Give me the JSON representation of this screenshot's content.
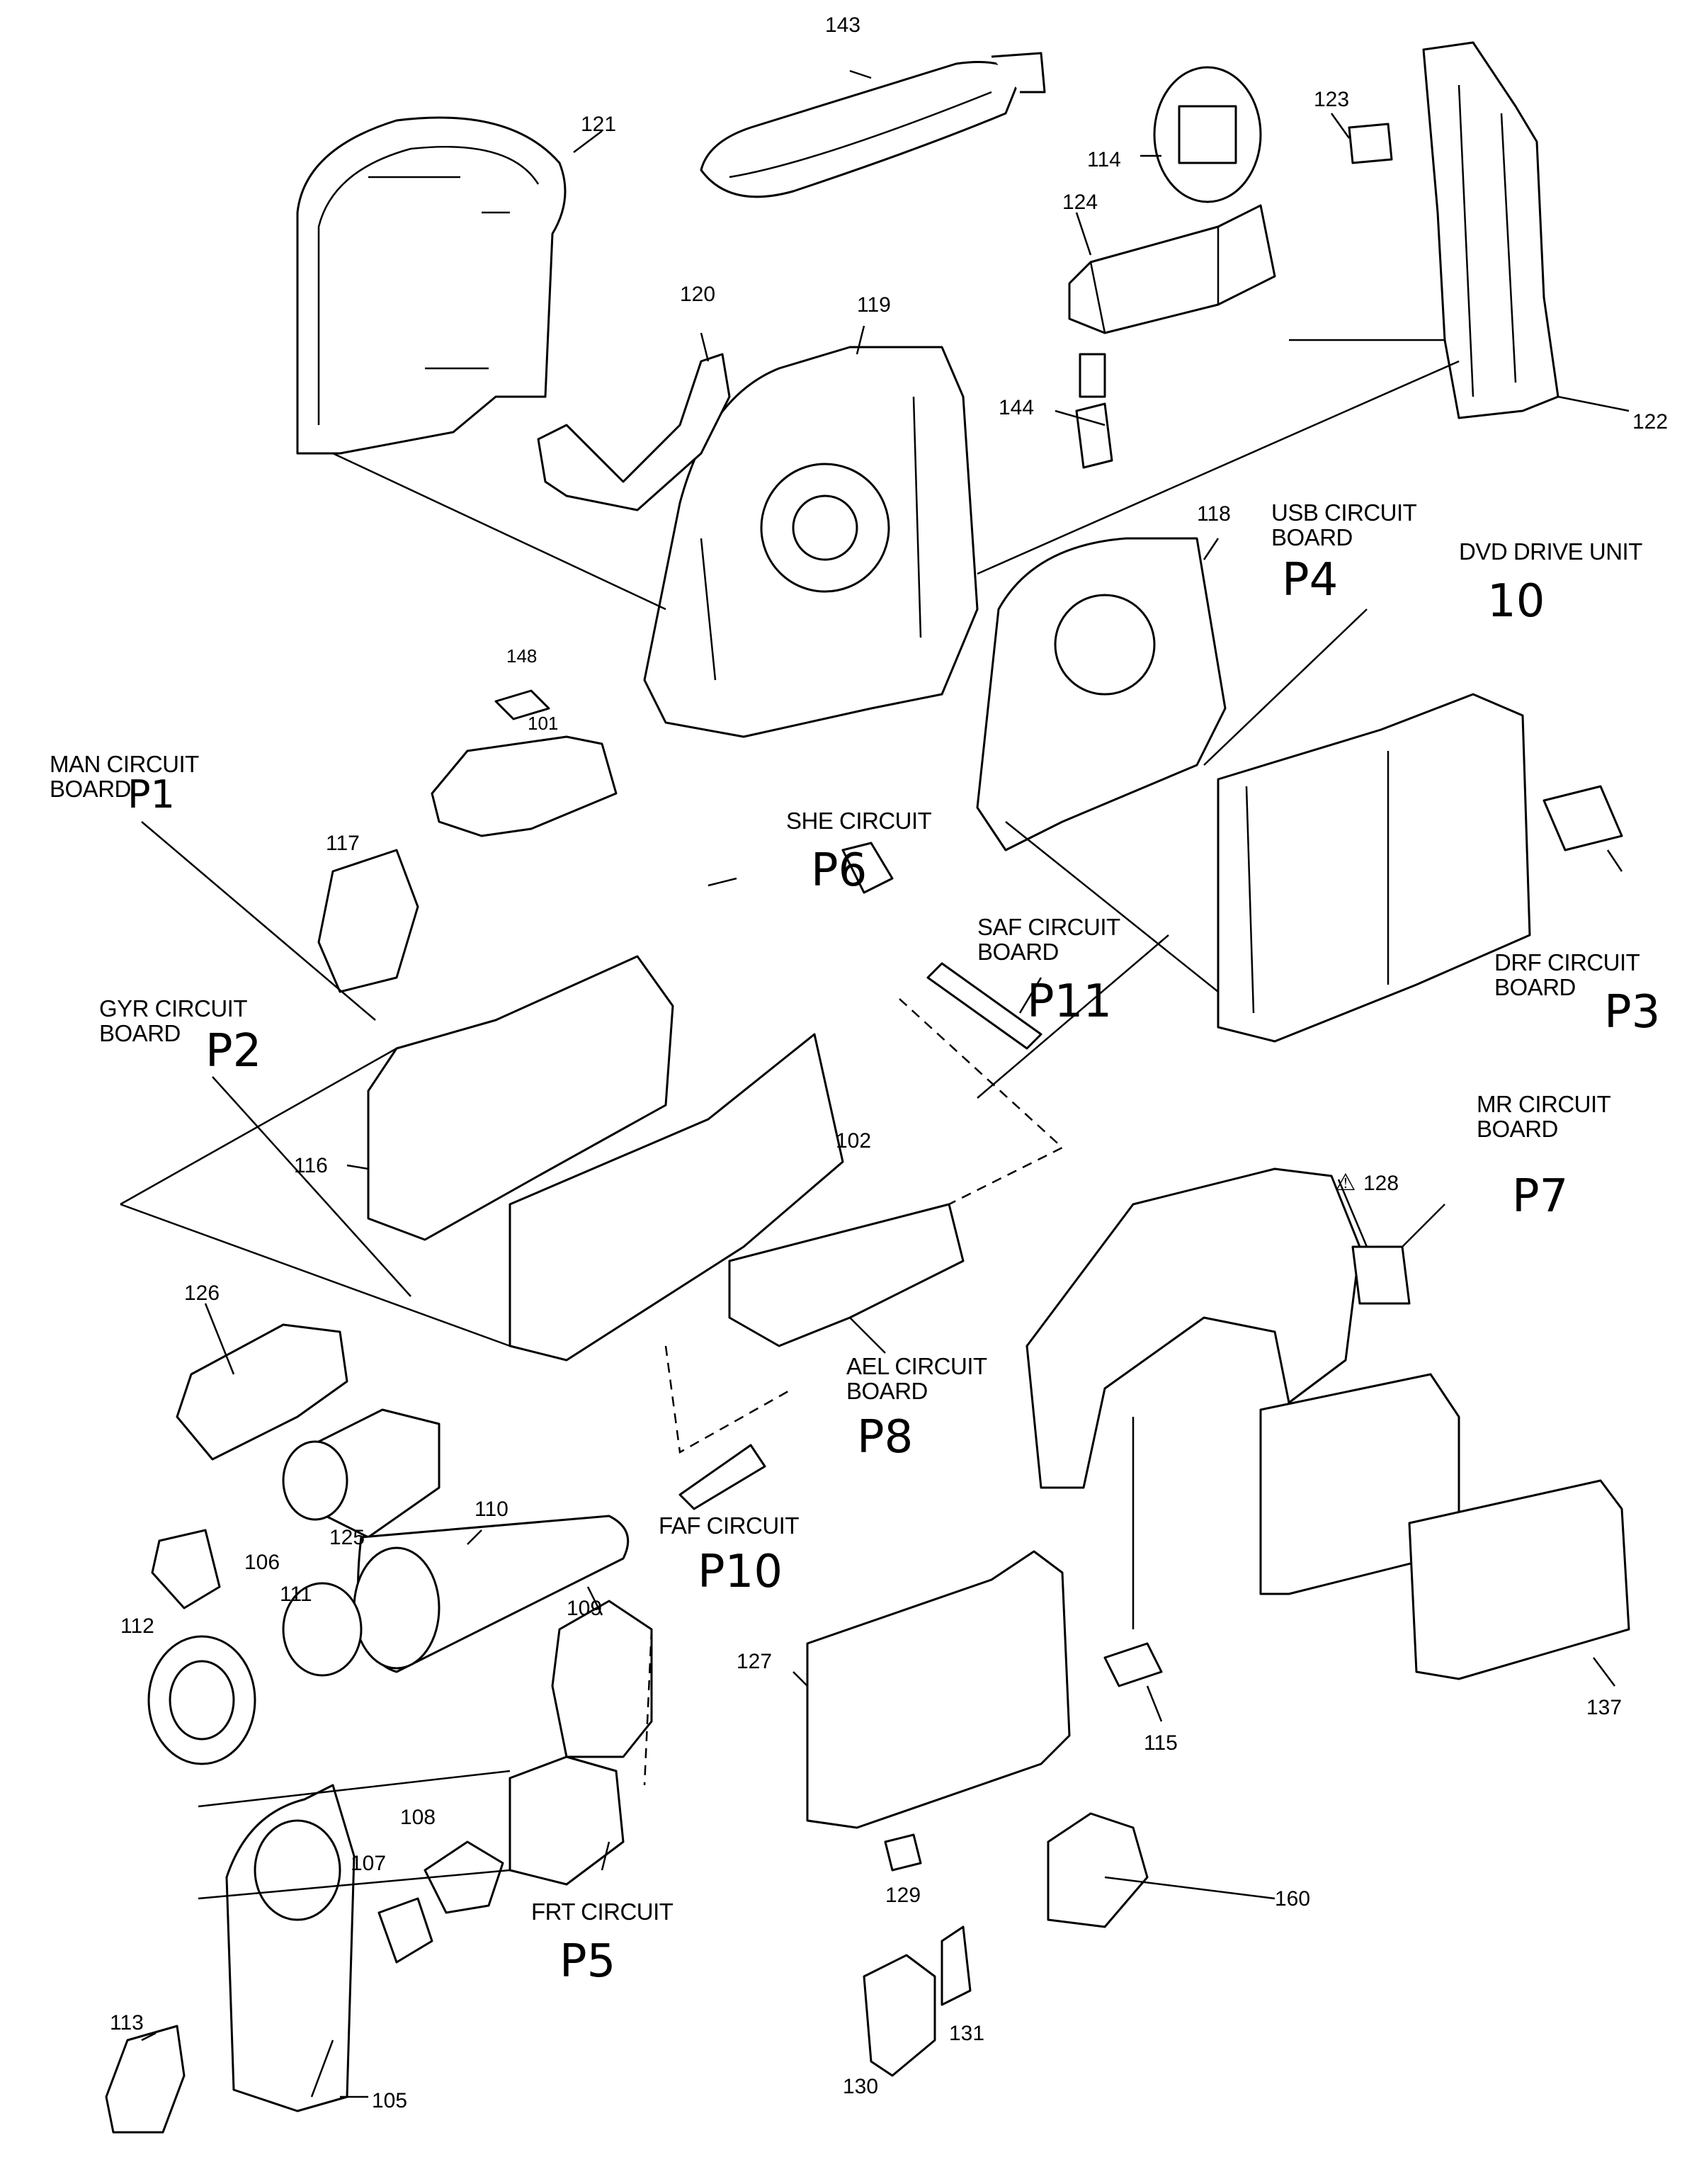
{
  "part_numbers": {
    "p143": "143",
    "p121": "121",
    "p114": "114",
    "p123": "123",
    "p124": "124",
    "p120": "120",
    "p119": "119",
    "p144": "144",
    "p122": "122",
    "p118": "118",
    "p148": "148",
    "p101": "101",
    "p117": "117",
    "p116": "116",
    "p102": "102",
    "p128": "128",
    "p126": "126",
    "p125": "125",
    "p110": "110",
    "p106": "106",
    "p111": "111",
    "p112": "112",
    "p109": "109",
    "p127": "127",
    "p115": "115",
    "p137": "137",
    "p108": "108",
    "p107": "107",
    "p129": "129",
    "p160": "160",
    "p113": "113",
    "p130": "130",
    "p131": "131",
    "p105": "105"
  },
  "boards": {
    "usb": {
      "line1": "USB CIRCUIT",
      "line2": "BOARD",
      "code": "P4"
    },
    "dvd": {
      "line1": "DVD DRIVE UNIT",
      "code": "10"
    },
    "man": {
      "line1": "MAN CIRCUIT",
      "line2": "BOARD",
      "code": "P1"
    },
    "she": {
      "line1": "SHE CIRCUIT",
      "code": "P6"
    },
    "saf": {
      "line1": "SAF CIRCUIT",
      "line2": "BOARD",
      "code": "P11"
    },
    "drf": {
      "line1": "DRF CIRCUIT",
      "line2": "BOARD",
      "code": "P3"
    },
    "gyr": {
      "line1": "GYR CIRCUIT",
      "line2": "BOARD",
      "code": "P2"
    },
    "mr": {
      "line1": "MR CIRCUIT",
      "line2": "BOARD",
      "code": "P7"
    },
    "ael": {
      "line1": "AEL CIRCUIT",
      "line2": "BOARD",
      "code": "P8"
    },
    "faf": {
      "line1": "FAF CIRCUIT",
      "code": "P10"
    },
    "frt": {
      "line1": "FRT CIRCUIT",
      "code": "P5"
    }
  }
}
